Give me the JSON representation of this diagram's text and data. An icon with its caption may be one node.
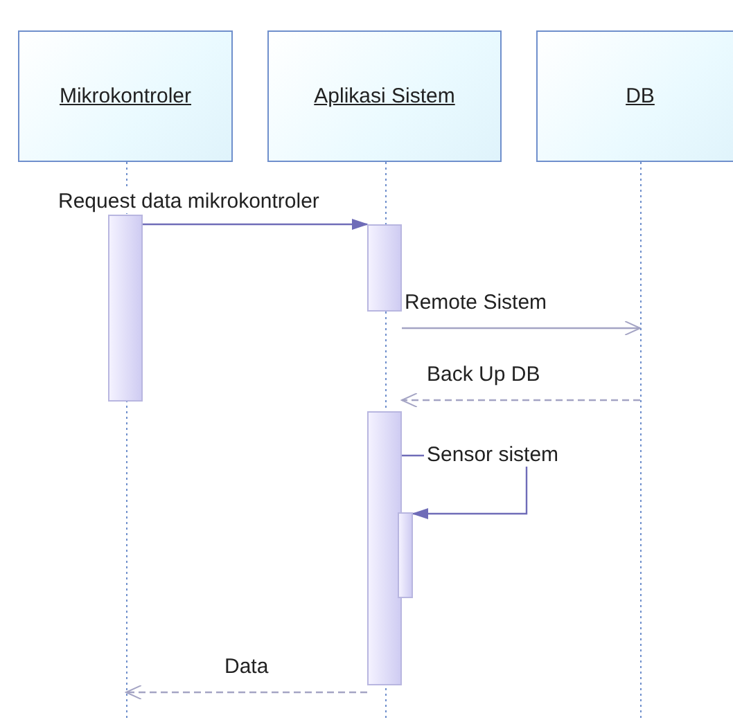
{
  "diagram": {
    "nodes": [
      {
        "text": [
          "Mikrokontroler"
        ]
      },
      {
        "text": [
          "Aplikasi Sistem"
        ]
      },
      {
        "text": [
          "DB"
        ]
      },
      {
        "text": [],
        "shape": "bar",
        "in": 0
      },
      {
        "text": [],
        "shape": "bar",
        "in": 1
      },
      {
        "text": [],
        "shape": "bar",
        "in": 1
      },
      {
        "text": [],
        "shape": "bar",
        "in": 1
      }
    ],
    "edges": [
      {
        "from": 3,
        "to": 4,
        "arrow": "to",
        "label": "Request data mikrokontroler",
        "color": "#6f6cb8"
      },
      {
        "from": 4,
        "to": 2,
        "arrow": "to",
        "label": "Remote Sistem"
      },
      {
        "from": 2,
        "to": 5,
        "arrow": "to",
        "label": "Back Up DB",
        "style": "dashed"
      },
      {
        "from": 5,
        "to": 6,
        "arrow": "to",
        "label": "Sensor sistem",
        "color": "#6f6cb8"
      },
      {
        "from": 5,
        "to": 0,
        "arrow": "to",
        "label": "Data",
        "style": "dashed"
      }
    ]
  }
}
